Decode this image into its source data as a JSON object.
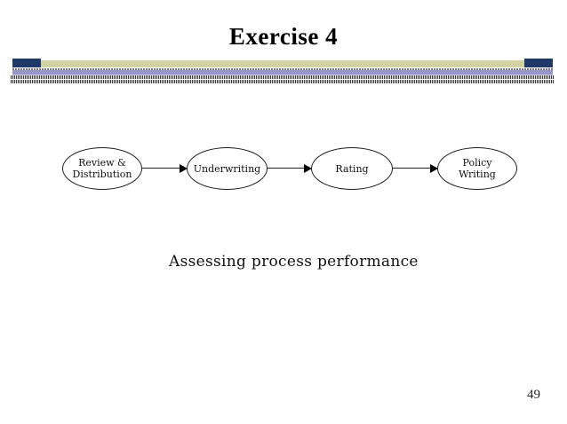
{
  "slide": {
    "title": "Exercise 4",
    "caption": "Assessing process performance",
    "page_number": "49"
  },
  "diagram": {
    "nodes": [
      {
        "label": "Review &\nDistribution"
      },
      {
        "label": "Underwriting"
      },
      {
        "label": "Rating"
      },
      {
        "label": "Policy\nWriting"
      }
    ]
  },
  "colors": {
    "divider_tan": "#d2d2a2",
    "divider_navy": "#1f3a68",
    "divider_purple": "#9696c8",
    "divider_lavender": "#c9c9e4",
    "hatch_dark": "#3c3c3c",
    "text": "#000000"
  }
}
